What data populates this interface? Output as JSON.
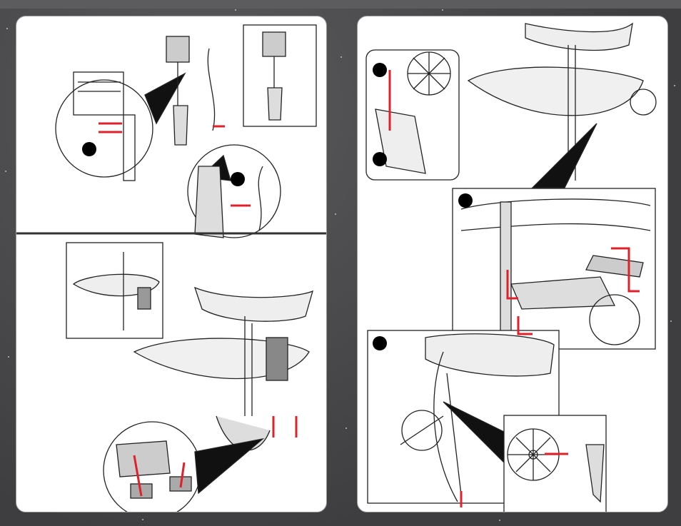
{
  "document": {
    "type": "assembly-instructions",
    "pages": [
      {
        "side": "left",
        "steps": 2
      },
      {
        "side": "right",
        "steps": 3
      }
    ]
  },
  "colors": {
    "background": "#4a4a4c",
    "page": "#ffffff",
    "arrow": "#e0202a",
    "line": "#222222"
  },
  "icons": [
    "arrow-icon",
    "step-badge",
    "detail-zoom"
  ]
}
